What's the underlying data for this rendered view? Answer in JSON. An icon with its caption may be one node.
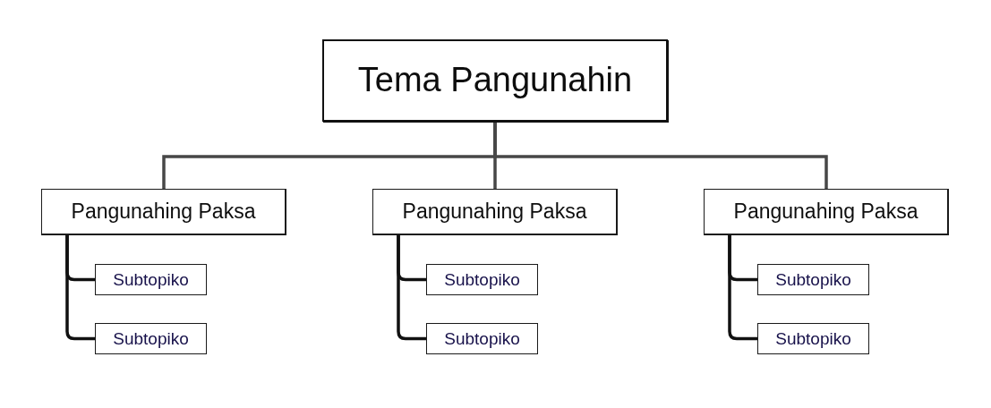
{
  "diagram": {
    "nodes": [
      {
        "text": [
          "Tema Pangunahin"
        ]
      },
      {
        "text": [
          "Pangunahing Paksa"
        ]
      },
      {
        "text": [
          "Pangunahing Paksa"
        ]
      },
      {
        "text": [
          "Pangunahing Paksa"
        ]
      },
      {
        "text": [
          "Subtopiko"
        ]
      },
      {
        "text": [
          "Subtopiko"
        ]
      },
      {
        "text": [
          "Subtopiko"
        ]
      },
      {
        "text": [
          "Subtopiko"
        ]
      },
      {
        "text": [
          "Subtopiko"
        ]
      },
      {
        "text": [
          "Subtopiko"
        ]
      }
    ],
    "edges": [
      {
        "from": 0,
        "to": 1,
        "arrow": "none",
        "color": "#474747"
      },
      {
        "from": 0,
        "to": 2,
        "arrow": "none",
        "color": "#474747"
      },
      {
        "from": 0,
        "to": 3,
        "arrow": "none",
        "color": "#474747"
      },
      {
        "from": 1,
        "to": 4,
        "arrow": "none"
      },
      {
        "from": 1,
        "to": 5,
        "arrow": "none"
      },
      {
        "from": 2,
        "to": 6,
        "arrow": "none"
      },
      {
        "from": 2,
        "to": 7,
        "arrow": "none"
      },
      {
        "from": 3,
        "to": 8,
        "arrow": "none"
      },
      {
        "from": 3,
        "to": 9,
        "arrow": "none"
      }
    ]
  }
}
